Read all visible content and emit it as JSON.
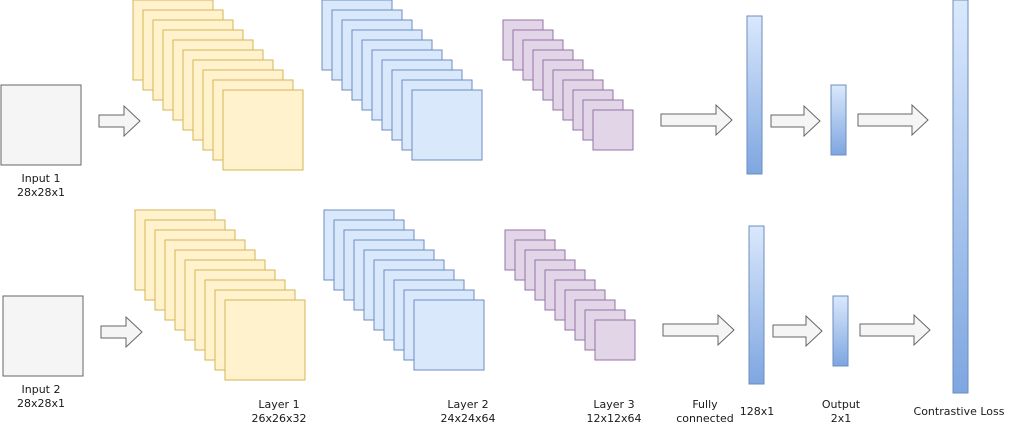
{
  "diagram": {
    "labels": {
      "input1_name": "Input 1",
      "input1_dims": "28x28x1",
      "input2_name": "Input 2",
      "input2_dims": "28x28x1",
      "layer1_name": "Layer 1",
      "layer1_dims": "26x26x32",
      "layer2_name": "Layer 2",
      "layer2_dims": "24x24x64",
      "layer3_name": "Layer 3",
      "layer3_dims": "12x12x64",
      "fc_name_line1": "Fully",
      "fc_name_line2": "connected",
      "fc_dims": "128x1",
      "output_name": "Output",
      "output_dims": "2x1",
      "loss_name": "Contrastive Loss"
    },
    "colors": {
      "input_fill": "#f5f5f5",
      "input_stroke": "#666666",
      "layer1_fill": "#fff2cc",
      "layer1_stroke": "#d6b656",
      "layer2_fill": "#dae8fc",
      "layer2_stroke": "#6c8ebf",
      "layer3_fill": "#e1d5e7",
      "layer3_stroke": "#9673a6",
      "bar_top": "#dae8fc",
      "bar_bottom": "#7ea6e0",
      "bar_stroke": "#6c8ebf",
      "arrow_fill": "#f5f5f5",
      "arrow_stroke": "#666666"
    }
  }
}
